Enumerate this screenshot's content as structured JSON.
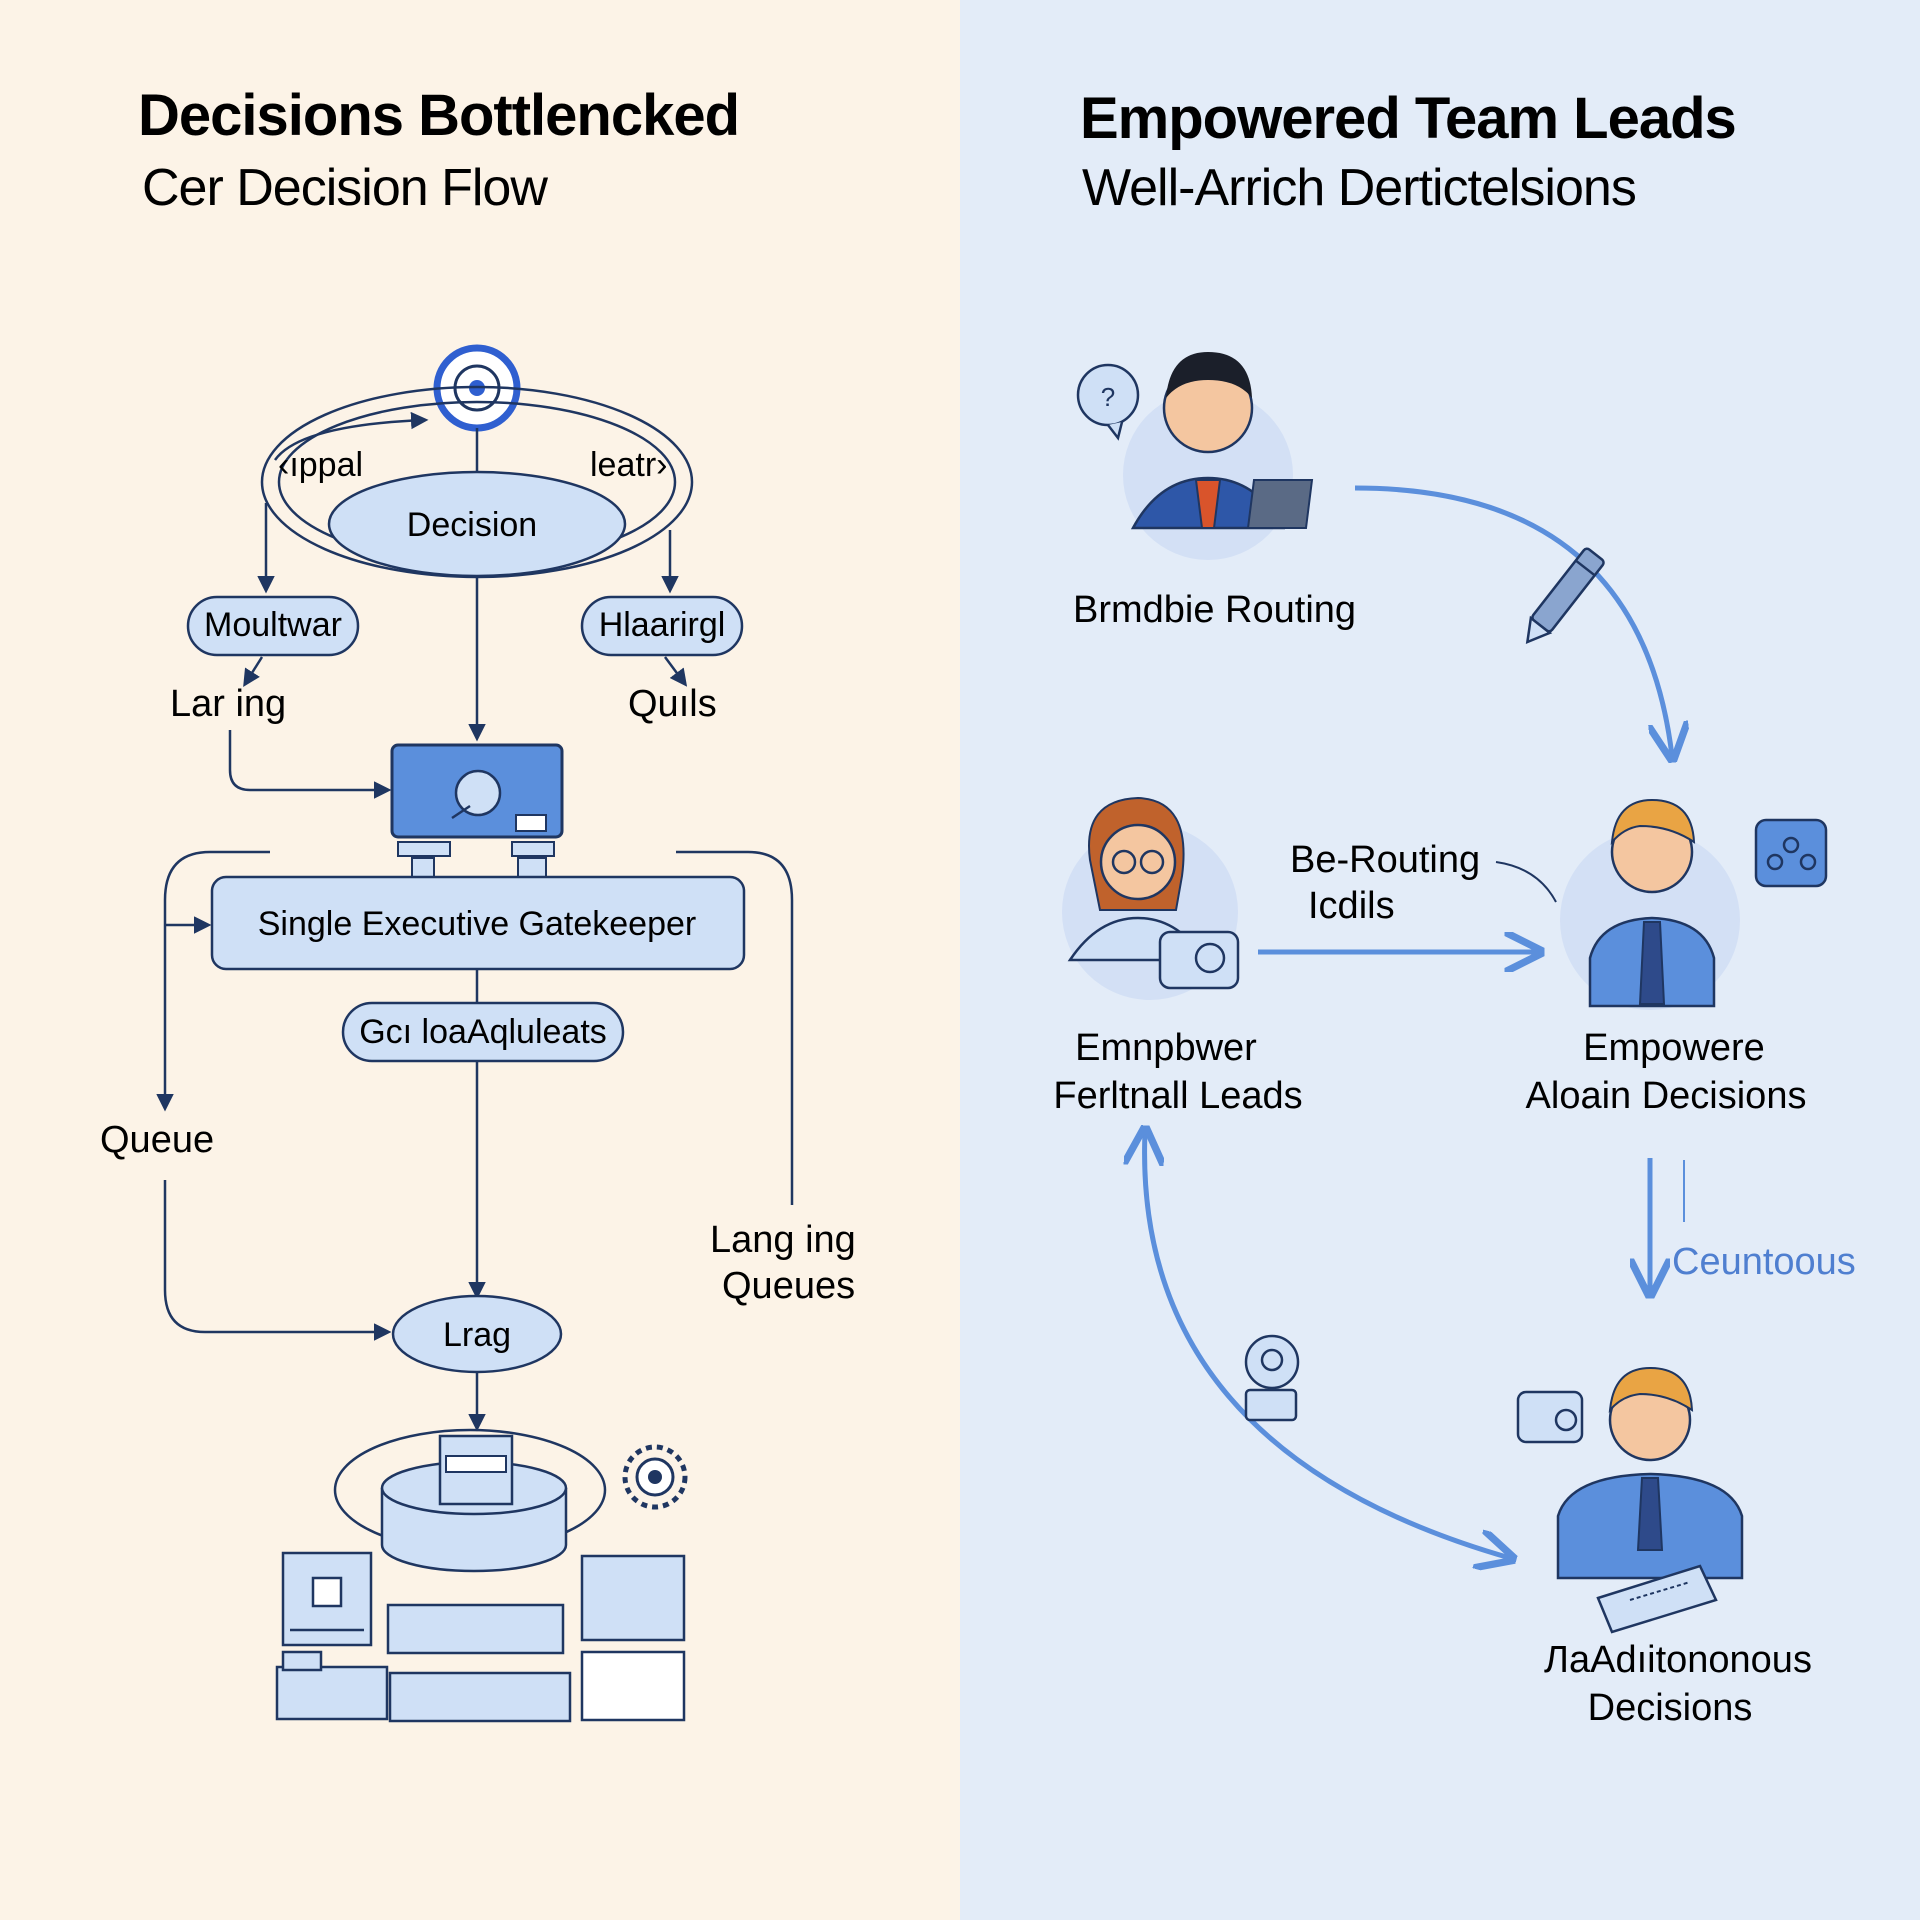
{
  "colors": {
    "left_background": "#fcf3e7",
    "right_background": "#e3ecf8",
    "node_fill": "#cfe0f6",
    "stroke_navy": "#1f3661",
    "accent_blue": "#5b8fdc",
    "icon_blue": "#2f5fd0"
  },
  "left": {
    "title": "Decisions Bottlencked",
    "subtitle": "Cer Decision Flow",
    "decision_node": "Decision",
    "ring_left_label": "‹ıppal",
    "ring_right_label": "leatr›",
    "left_branch_node": "Moultwar",
    "right_branch_node": "Hlaarirgl",
    "left_branch_label": "Lar ing",
    "right_branch_label": "Quıls",
    "gatekeeper_node": "Single Executive Gatekeeper",
    "requests_node": "Gcı loaAqluleats",
    "queue_label": "Queue",
    "side_label_line1": "Lang ing",
    "side_label_line2": "Queues",
    "lag_node": "Lrag",
    "icons": [
      "gatekeeper-circle-icon",
      "monitor-icon",
      "database-icon",
      "gear-icon",
      "file-stack-icon"
    ]
  },
  "right": {
    "title": "Empowered Team Leads",
    "subtitle": "Well-Arrich Dertictelsions",
    "top_person_label": "Brmdbie Routing",
    "routing_label_line1": "Be-Routing",
    "routing_label_line2": "Icdils",
    "lead_left_line1": "Emnpbwer",
    "lead_left_line2": "Ferltnall Leads",
    "lead_right_line1": "Empowere",
    "lead_right_line2": "Aloain Decisions",
    "continuous_label": "Ceuntoous",
    "bottom_line1": "ЛaAdıitononous",
    "bottom_line2": "Decisions",
    "icons": [
      "speech-bubble-icon",
      "pencil-icon",
      "chat-bubble-icon",
      "location-pin-icon",
      "message-icon"
    ]
  }
}
